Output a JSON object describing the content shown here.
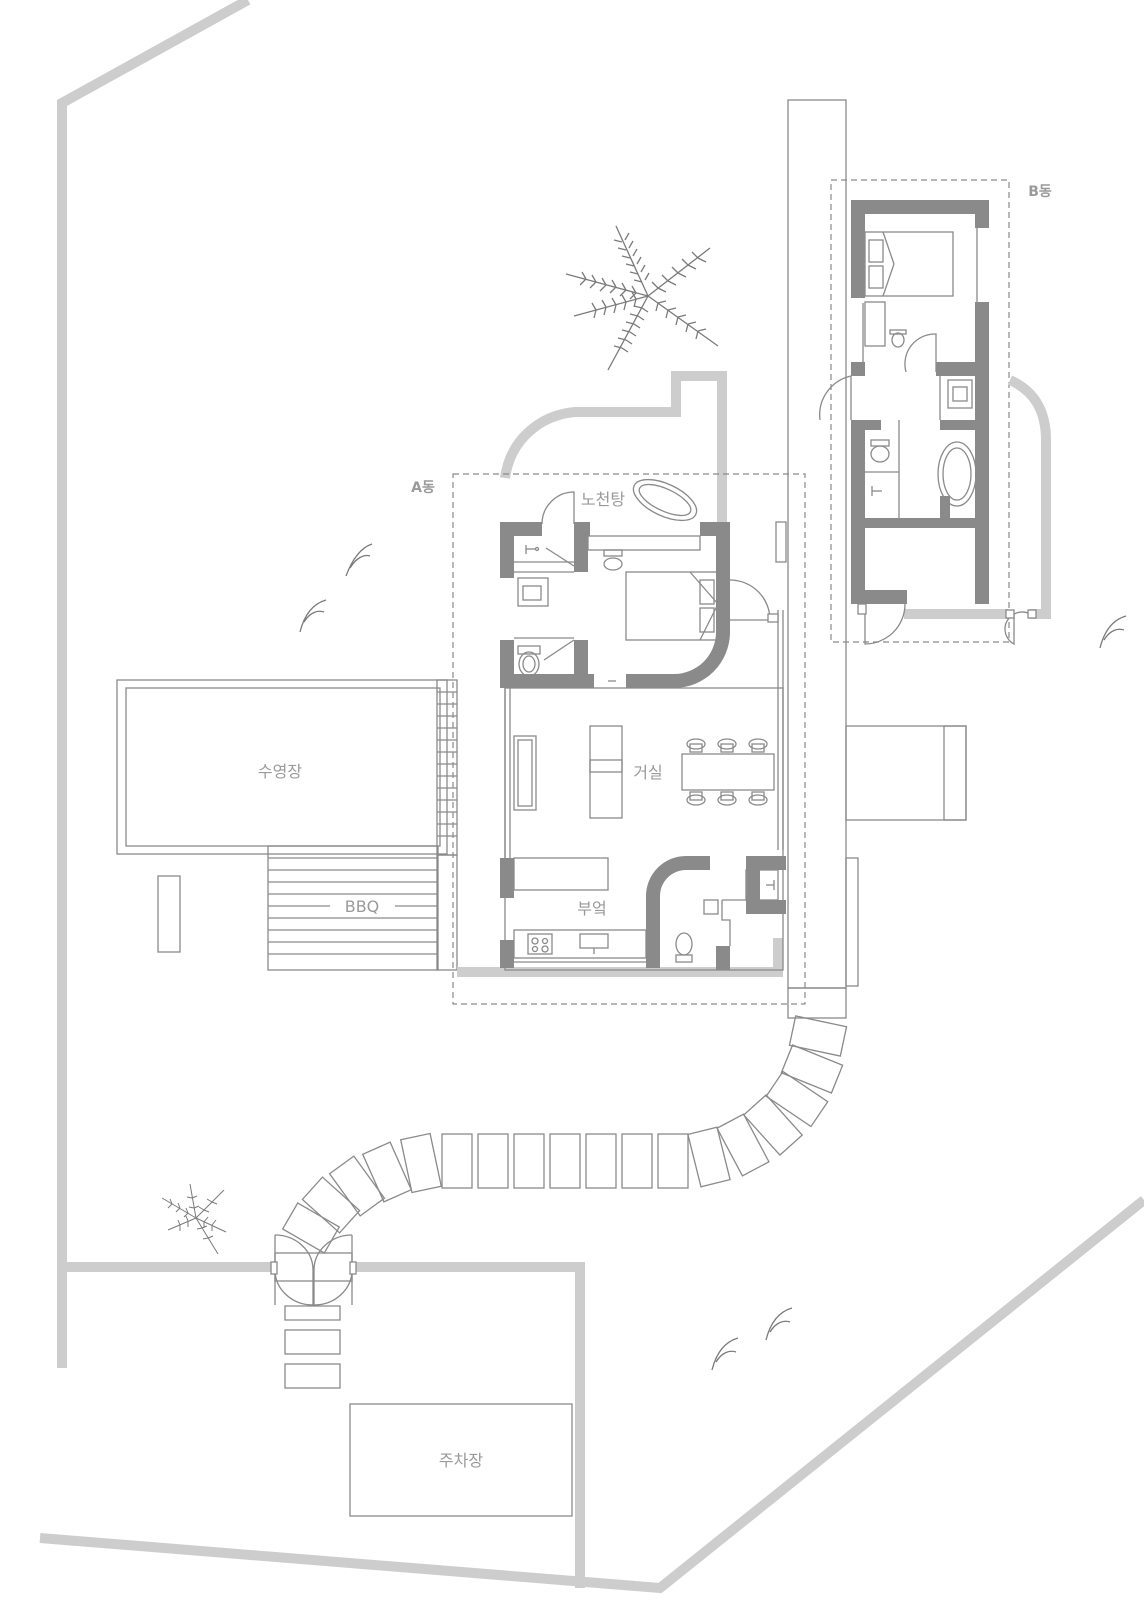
{
  "zones": {
    "building_a": "A동",
    "building_b": "B동"
  },
  "rooms": {
    "open_bath": "노천탕",
    "living": "거실",
    "kitchen": "부엌",
    "pool": "수영장",
    "bbq": "BBQ",
    "parking": "주차장"
  },
  "colors": {
    "wall": "#8a8a8a",
    "boundary": "#cdcdcd",
    "line": "#8a8a8a",
    "text": "#9a9a9a",
    "background": "#ffffff"
  },
  "icons": [
    "palm-tree-icon",
    "grass-tuft-icon",
    "bed-icon",
    "toilet-icon",
    "sink-icon",
    "bathtub-icon",
    "door-icon",
    "stove-icon",
    "sofa-icon",
    "dining-table-icon"
  ]
}
